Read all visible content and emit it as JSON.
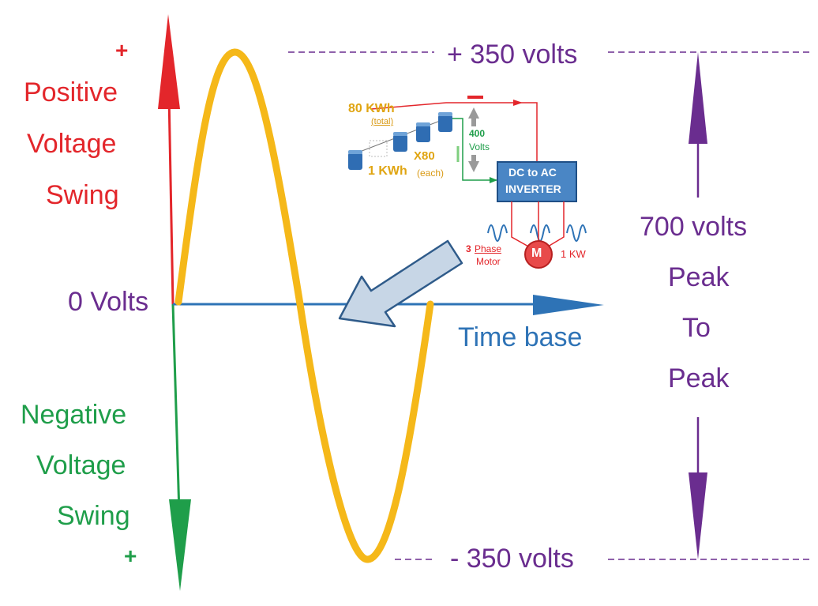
{
  "left_labels": {
    "plus_top": "+",
    "positive": [
      "Positive",
      "Voltage",
      "Swing"
    ],
    "zero": "0 Volts",
    "negative": [
      "Negative",
      "Voltage",
      "Swing"
    ],
    "plus_bottom": "+"
  },
  "levels": {
    "top": "+ 350 volts",
    "bottom": "- 350 volts"
  },
  "time_axis": "Time base",
  "right_labels": [
    "700 volts",
    "Peak",
    "To",
    "Peak"
  ],
  "inset": {
    "total_energy": "80 KWh",
    "total_note": "(total)",
    "count": "X80",
    "each_energy": "1 KWh",
    "each_note": "(each)",
    "voltage_value": "400",
    "voltage_unit": "Volts",
    "inverter_line1": "DC to AC",
    "inverter_line2": "INVERTER",
    "motor_phase_num": "3",
    "motor_phase_word": "Phase",
    "motor_word": "Motor",
    "motor_symbol": "M",
    "motor_power": "1 KW"
  },
  "colors": {
    "positive": "#e3262b",
    "negative": "#1f9e4a",
    "levels": "#6a2d8f",
    "time_axis": "#2e73b6",
    "wave": "#f5b819"
  }
}
